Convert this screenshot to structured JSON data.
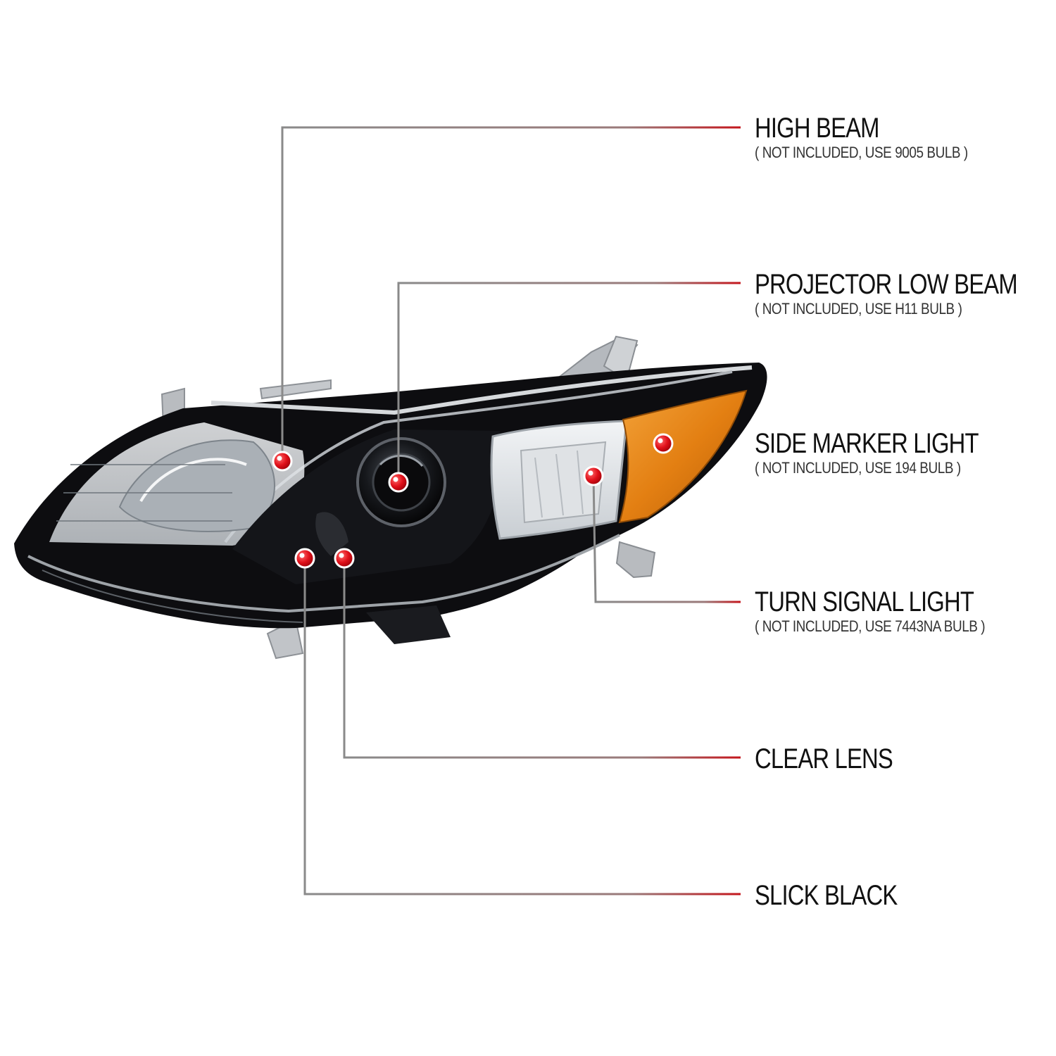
{
  "callouts": [
    {
      "title": "HIGH BEAM",
      "note": "( NOT INCLUDED, USE  9005  BULB )"
    },
    {
      "title": "PROJECTOR LOW BEAM",
      "note": "( NOT INCLUDED, USE  H11  BULB )"
    },
    {
      "title": "SIDE MARKER LIGHT",
      "note": "( NOT INCLUDED, USE  194  BULB )"
    },
    {
      "title": "TURN SIGNAL LIGHT",
      "note": "( NOT INCLUDED, USE  7443NA  BULB )"
    },
    {
      "title": "CLEAR LENS",
      "note": ""
    },
    {
      "title": "SLICK BLACK",
      "note": ""
    }
  ],
  "colors": {
    "leader_gray": "#8a8a8a",
    "leader_red": "#c4161c",
    "marker_red": "#d8101a",
    "amber": "#e8861a",
    "housing_black": "#0d0d10",
    "chrome": "#bfc3c8"
  }
}
